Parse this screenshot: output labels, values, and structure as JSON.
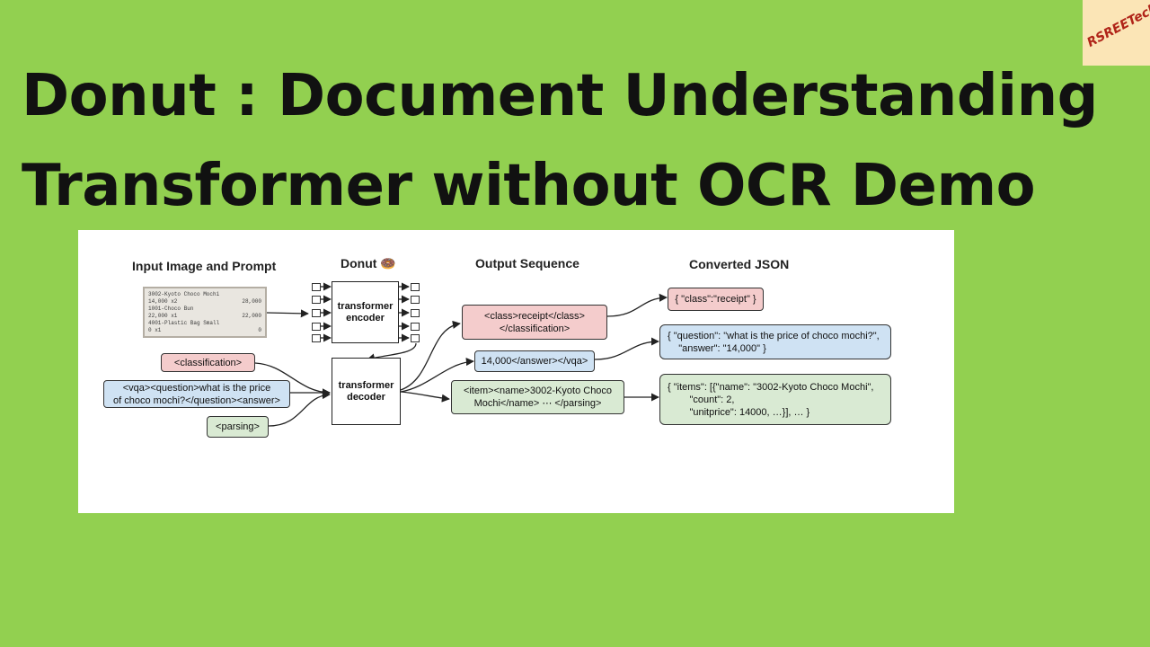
{
  "title": {
    "line1": "Donut : Document Understanding",
    "line2": "Transformer without OCR  Demo"
  },
  "logo": {
    "text": "RSREETech"
  },
  "diagram": {
    "headers": {
      "input": "Input Image and Prompt",
      "donut": "Donut 🍩",
      "output": "Output Sequence",
      "json": "Converted JSON"
    },
    "receipt_lines": [
      [
        "3002-Kyoto Choco Mochi",
        ""
      ],
      [
        "  14,000   x2",
        "28,000"
      ],
      [
        "1001-Choco Bun",
        ""
      ],
      [
        "  22,000   x1",
        "22,000"
      ],
      [
        "4001-Plastic Bag Small",
        ""
      ],
      [
        "  0        x1",
        "0"
      ]
    ],
    "prompts": {
      "classification": "<classification>",
      "vqa": "<vqa><question>what is the price\nof choco mochi?</question><answer>",
      "parsing": "<parsing>"
    },
    "encoder": "transformer\nencoder",
    "decoder": "transformer\ndecoder",
    "outputs": {
      "classification": "<class>receipt</class>\n</classification>",
      "vqa": "14,000</answer></vqa>",
      "parsing": "<item><name>3002-Kyoto Choco\nMochi</name> ⋯ </parsing>"
    },
    "json": {
      "classification": "{ \"class\":\"receipt\" }",
      "vqa": "{ \"question\": \"what is the price of choco mochi?\",\n    \"answer\": \"14,000\" }",
      "parsing": "{ \"items\": [{\"name\": \"3002-Kyoto Choco Mochi\",\n        \"count\": 2,\n        \"unitprice\": 14000, …}], … }"
    }
  },
  "colors": {
    "background": "#92d050",
    "pink": "#f4cccc",
    "blue": "#cfe2f3",
    "green": "#d9ead3"
  }
}
